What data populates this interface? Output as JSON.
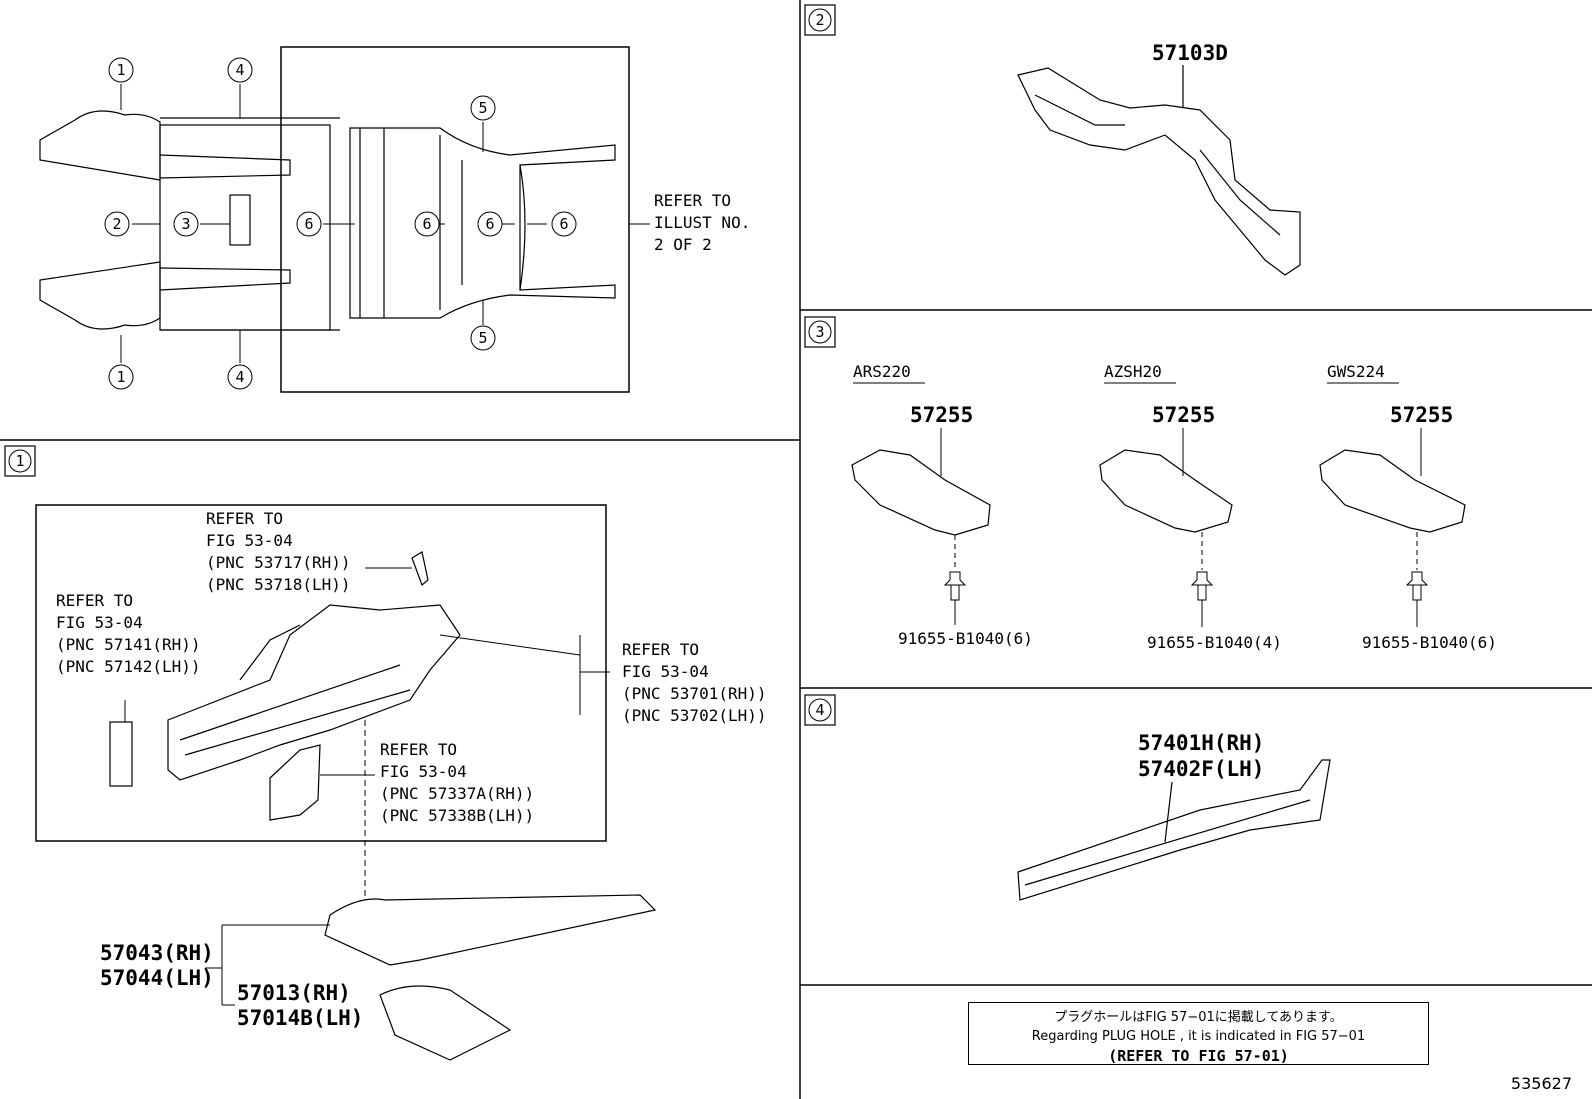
{
  "overview": {
    "callouts": [
      "1",
      "4",
      "5",
      "2",
      "3",
      "6",
      "6",
      "6",
      "6",
      "5",
      "1",
      "4"
    ],
    "refer_box": {
      "line1": "REFER TO",
      "line2": "ILLUST NO.",
      "line3": "2 OF 2"
    }
  },
  "section1": {
    "badge": "1",
    "refer_a": {
      "l1": "REFER TO",
      "l2": "FIG 53-04",
      "l3": "(PNC 53717(RH))",
      "l4": "(PNC 53718(LH))"
    },
    "refer_b": {
      "l1": "REFER TO",
      "l2": "FIG 53-04",
      "l3": "(PNC 57141(RH))",
      "l4": "(PNC 57142(LH))"
    },
    "refer_c": {
      "l1": "REFER TO",
      "l2": "FIG 53-04",
      "l3": "(PNC 53701(RH))",
      "l4": "(PNC 53702(LH))"
    },
    "refer_d": {
      "l1": "REFER TO",
      "l2": "FIG 53-04",
      "l3": "(PNC 57337A(RH))",
      "l4": "(PNC 57338B(LH))"
    },
    "part_a": {
      "l1": "57043(RH)",
      "l2": "57044(LH)"
    },
    "part_b": {
      "l1": "57013(RH)",
      "l2": "57014B(LH)"
    }
  },
  "section2": {
    "badge": "2",
    "part": "57103D"
  },
  "section3": {
    "badge": "3",
    "variants": [
      {
        "model": "ARS220",
        "part": "57255",
        "bolt": "91655-B1040(6)"
      },
      {
        "model": "AZSH20",
        "part": "57255",
        "bolt": "91655-B1040(4)"
      },
      {
        "model": "GWS224",
        "part": "57255",
        "bolt": "91655-B1040(6)"
      }
    ]
  },
  "section4": {
    "badge": "4",
    "part_rh": "57401H(RH)",
    "part_lh": "57402F(LH)"
  },
  "note": {
    "line1": "プラグホールはFIG 57−01に掲載してあります。",
    "line2": "Regarding PLUG HOLE , it is indicated in FIG 57−01",
    "line3": "(REFER TO FIG 57-01)"
  },
  "doc_number": "535627"
}
